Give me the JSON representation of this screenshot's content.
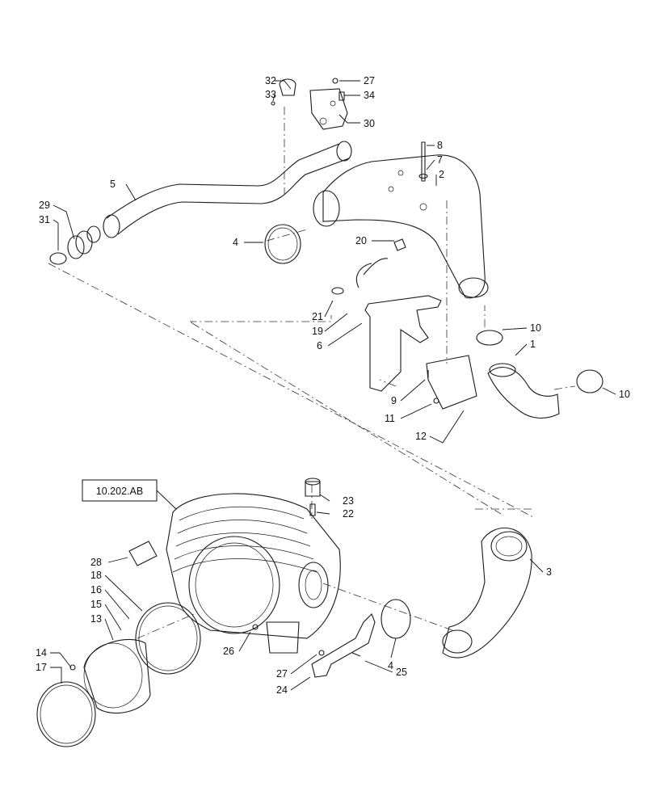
{
  "reference_box": {
    "label": "10.202.AB"
  },
  "callouts": [
    {
      "id": "c32",
      "text": "32"
    },
    {
      "id": "c33",
      "text": "33"
    },
    {
      "id": "c27a",
      "text": "27"
    },
    {
      "id": "c34",
      "text": "34"
    },
    {
      "id": "c30",
      "text": "30"
    },
    {
      "id": "c8",
      "text": "8"
    },
    {
      "id": "c7",
      "text": "7"
    },
    {
      "id": "c2",
      "text": "2"
    },
    {
      "id": "c5",
      "text": "5"
    },
    {
      "id": "c29",
      "text": "29"
    },
    {
      "id": "c31",
      "text": "31"
    },
    {
      "id": "c4a",
      "text": "4"
    },
    {
      "id": "c20",
      "text": "20"
    },
    {
      "id": "c21",
      "text": "21"
    },
    {
      "id": "c19",
      "text": "19"
    },
    {
      "id": "c6",
      "text": "6"
    },
    {
      "id": "c10a",
      "text": "10"
    },
    {
      "id": "c1",
      "text": "1"
    },
    {
      "id": "c10b",
      "text": "10"
    },
    {
      "id": "c9",
      "text": "9"
    },
    {
      "id": "c11",
      "text": "11"
    },
    {
      "id": "c12",
      "text": "12"
    },
    {
      "id": "c23",
      "text": "23"
    },
    {
      "id": "c22",
      "text": "22"
    },
    {
      "id": "c28",
      "text": "28"
    },
    {
      "id": "c3",
      "text": "3"
    },
    {
      "id": "c18",
      "text": "18"
    },
    {
      "id": "c16",
      "text": "16"
    },
    {
      "id": "c15",
      "text": "15"
    },
    {
      "id": "c13",
      "text": "13"
    },
    {
      "id": "c26",
      "text": "26"
    },
    {
      "id": "c14",
      "text": "14"
    },
    {
      "id": "c17",
      "text": "17"
    },
    {
      "id": "c4b",
      "text": "4"
    },
    {
      "id": "c27b",
      "text": "27"
    },
    {
      "id": "c25",
      "text": "25"
    },
    {
      "id": "c24",
      "text": "24"
    }
  ]
}
